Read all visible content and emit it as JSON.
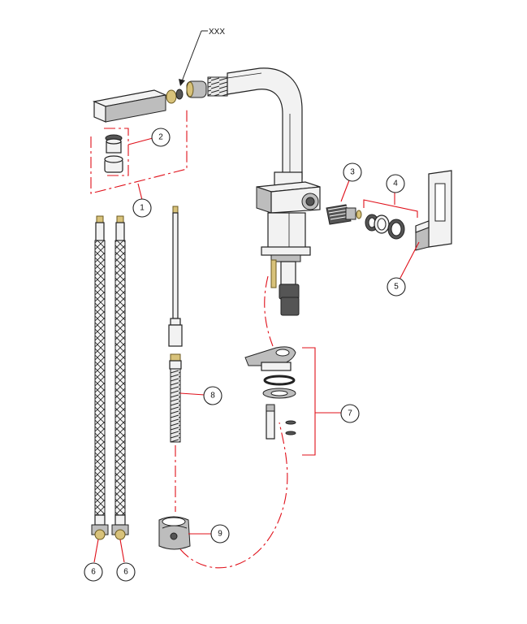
{
  "callouts": [
    {
      "id": "1",
      "text": "1"
    },
    {
      "id": "2",
      "text": "2"
    },
    {
      "id": "3",
      "text": "3"
    },
    {
      "id": "4",
      "text": "4"
    },
    {
      "id": "5",
      "text": "5"
    },
    {
      "id": "6a",
      "text": "6"
    },
    {
      "id": "6b",
      "text": "6"
    },
    {
      "id": "7",
      "text": "7"
    },
    {
      "id": "8",
      "text": "8"
    },
    {
      "id": "9",
      "text": "9"
    }
  ],
  "xxx_label": "XXX"
}
